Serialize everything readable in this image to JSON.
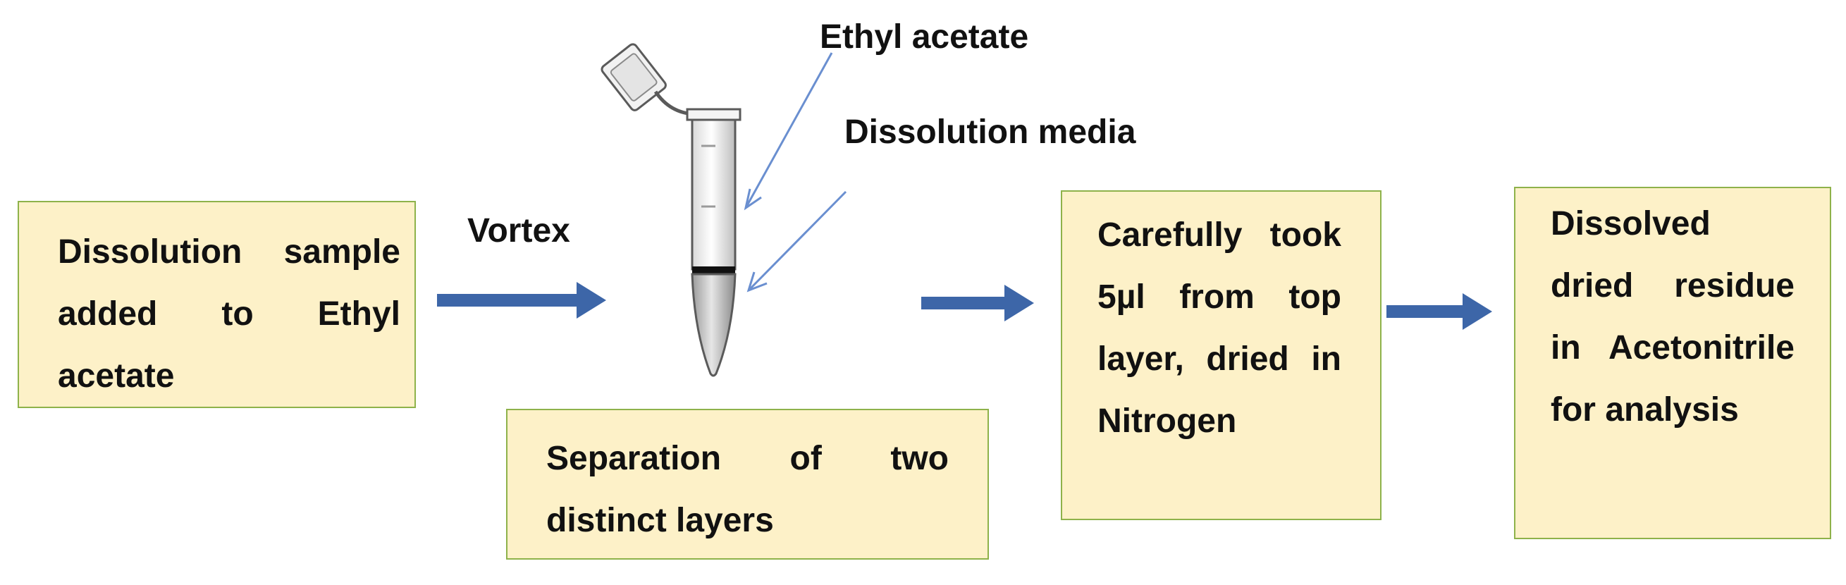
{
  "steps": {
    "dissolution_sample": "Dissolution sample added to Ethyl acetate",
    "separation": "Separation of two distinct layers",
    "carefully_took": "Carefully took 5µl from top layer, dried in Nitrogen",
    "dissolved_residue": "Dissolved dried residue in Acetonitrile for analysis"
  },
  "labels": {
    "vortex": "Vortex",
    "ethyl_acetate": "Ethyl acetate",
    "dissolution_media": "Dissolution media"
  },
  "colors": {
    "box_fill": "#fdf1c8",
    "box_border": "#8eb24a",
    "arrow": "#3d66a8",
    "pointer_line": "#6a8fd0"
  }
}
